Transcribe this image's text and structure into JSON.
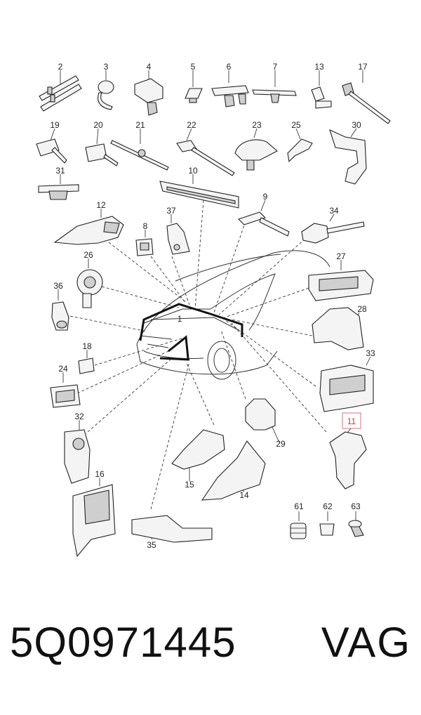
{
  "diagram": {
    "callouts": [
      {
        "id": "c2",
        "label": "2"
      },
      {
        "id": "c3",
        "label": "3"
      },
      {
        "id": "c4",
        "label": "4"
      },
      {
        "id": "c5",
        "label": "5"
      },
      {
        "id": "c6",
        "label": "6"
      },
      {
        "id": "c7",
        "label": "7"
      },
      {
        "id": "c13",
        "label": "13"
      },
      {
        "id": "c17",
        "label": "17"
      },
      {
        "id": "c19",
        "label": "19"
      },
      {
        "id": "c20",
        "label": "20"
      },
      {
        "id": "c21",
        "label": "21"
      },
      {
        "id": "c22",
        "label": "22"
      },
      {
        "id": "c23",
        "label": "23"
      },
      {
        "id": "c25",
        "label": "25"
      },
      {
        "id": "c30",
        "label": "30"
      },
      {
        "id": "c31",
        "label": "31"
      },
      {
        "id": "c10",
        "label": "10"
      },
      {
        "id": "c9",
        "label": "9"
      },
      {
        "id": "c12",
        "label": "12"
      },
      {
        "id": "c37",
        "label": "37"
      },
      {
        "id": "c8",
        "label": "8"
      },
      {
        "id": "c34",
        "label": "34"
      },
      {
        "id": "c26",
        "label": "26"
      },
      {
        "id": "c27",
        "label": "27"
      },
      {
        "id": "c36",
        "label": "36"
      },
      {
        "id": "c1",
        "label": "1"
      },
      {
        "id": "c28",
        "label": "28"
      },
      {
        "id": "c18",
        "label": "18"
      },
      {
        "id": "c33",
        "label": "33"
      },
      {
        "id": "c24",
        "label": "24"
      },
      {
        "id": "c32",
        "label": "32"
      },
      {
        "id": "c11",
        "label": "11"
      },
      {
        "id": "c29",
        "label": "29"
      },
      {
        "id": "c16",
        "label": "16"
      },
      {
        "id": "c15",
        "label": "15"
      },
      {
        "id": "c14",
        "label": "14"
      },
      {
        "id": "c61",
        "label": "61"
      },
      {
        "id": "c62",
        "label": "62"
      },
      {
        "id": "c63",
        "label": "63"
      },
      {
        "id": "c35",
        "label": "35"
      }
    ],
    "highlight_color": "#e8a0a8"
  },
  "footer": {
    "part_number": "5Q0971445",
    "brand": "VAG"
  }
}
